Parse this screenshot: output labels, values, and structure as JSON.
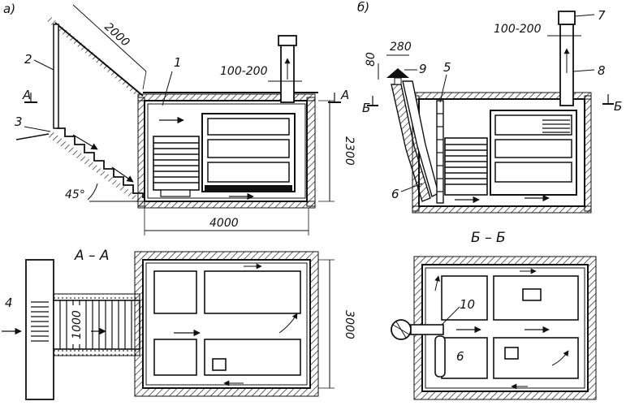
{
  "panel_labels": {
    "a": "а)",
    "b": "б)"
  },
  "dimensions": {
    "stair_length": "2000",
    "vent_gap_a": "100-200",
    "height": "2300",
    "length": "4000",
    "width": "3000",
    "corridor_width": "1000",
    "vent_gap_b": "100-200",
    "cap_width": "280",
    "cap_height": "80",
    "angle": "45°"
  },
  "section_labels": {
    "aa": "А – А",
    "bb": "Б – Б",
    "a_left": "А",
    "a_right": "А",
    "b_left": "Б",
    "b_right": "Б"
  },
  "callouts": [
    "1",
    "2",
    "3",
    "4",
    "5",
    "6",
    "7",
    "8",
    "9",
    "10",
    "6"
  ]
}
